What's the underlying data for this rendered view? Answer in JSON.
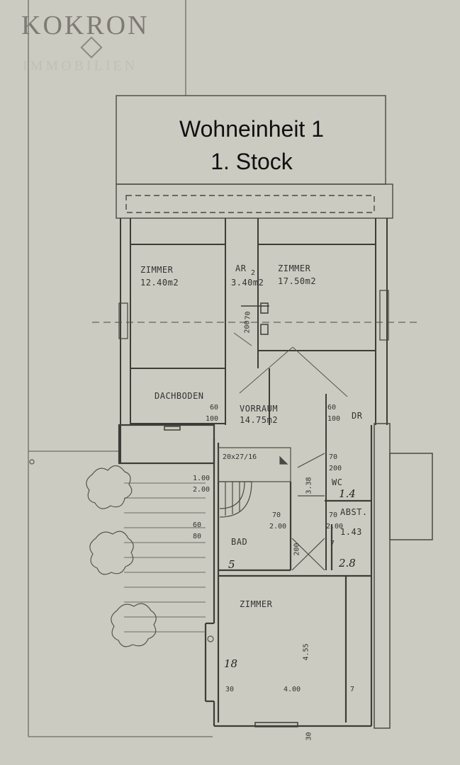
{
  "brand": {
    "logo_text": "KOKRON",
    "sub_text": "IMMOBILIEN"
  },
  "heading": {
    "line1": "Wohneinheit 1",
    "line2": "1. Stock"
  },
  "rooms": {
    "zimmer_left": {
      "name": "ZIMMER",
      "area": "12.40m2"
    },
    "ar": {
      "name": "AR",
      "area": "3.40m2"
    },
    "zimmer_right": {
      "name": "ZIMMER",
      "area": "17.50m2"
    },
    "dachboden": {
      "name": "DACHBODEN"
    },
    "vorraum": {
      "name": "VORRAUM",
      "area": "14.75m2"
    },
    "dr": {
      "name": "DR"
    },
    "wc": {
      "name": "WC",
      "handwritten": "1.4"
    },
    "abst": {
      "name": "ABST.",
      "area": "1.43",
      "handwritten": "2.8"
    },
    "bad": {
      "name": "BAD",
      "handwritten": "5"
    },
    "zimmer_bottom": {
      "name": "ZIMMER",
      "handwritten": "18"
    }
  },
  "dimensions": {
    "ar_2": "2",
    "ar_door": [
      "70",
      "200"
    ],
    "dachboden_door": [
      "60",
      "100"
    ],
    "vorraum_door": [
      "60",
      "100"
    ],
    "stair": "20x27/16",
    "stair_side": [
      "1.00",
      "2.00"
    ],
    "bad_left": [
      "60",
      "80"
    ],
    "bad_door": [
      "70",
      "2.00"
    ],
    "wc_door": [
      "70",
      "200"
    ],
    "abst_door": [
      "70",
      "2.00"
    ],
    "abst_seven": "7",
    "corridor": "3.38",
    "small_200": "200",
    "zimmer_depth": "4.55",
    "zimmer_width": "4.00",
    "zimmer_left_wall": "30",
    "zimmer_right_wall": "7",
    "bottom_wall": "30"
  }
}
